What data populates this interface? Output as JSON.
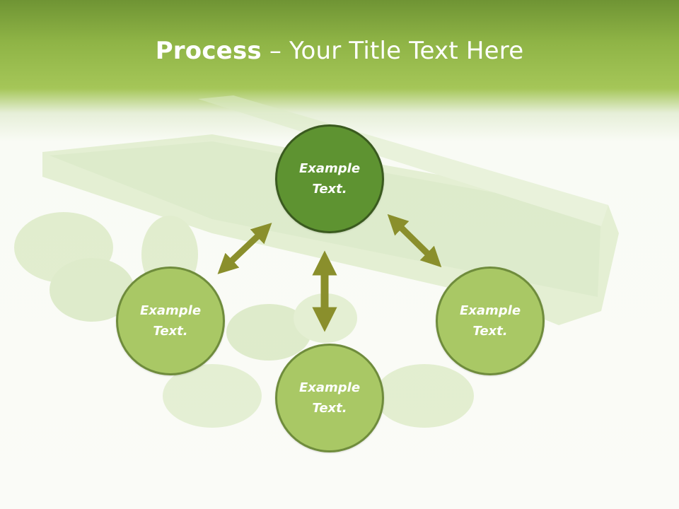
{
  "title": {
    "bold": "Process",
    "rest": " – Your Title Text Here"
  },
  "nodes": {
    "top": "Example\nText.",
    "left": "Example\nText.",
    "right": "Example\nText.",
    "bottom": "Example\nText."
  },
  "colors": {
    "header": "#8fb446",
    "node_fill": "#a9c865",
    "node_center_fill": "#5e9331",
    "arrow": "#8a8f2c"
  }
}
